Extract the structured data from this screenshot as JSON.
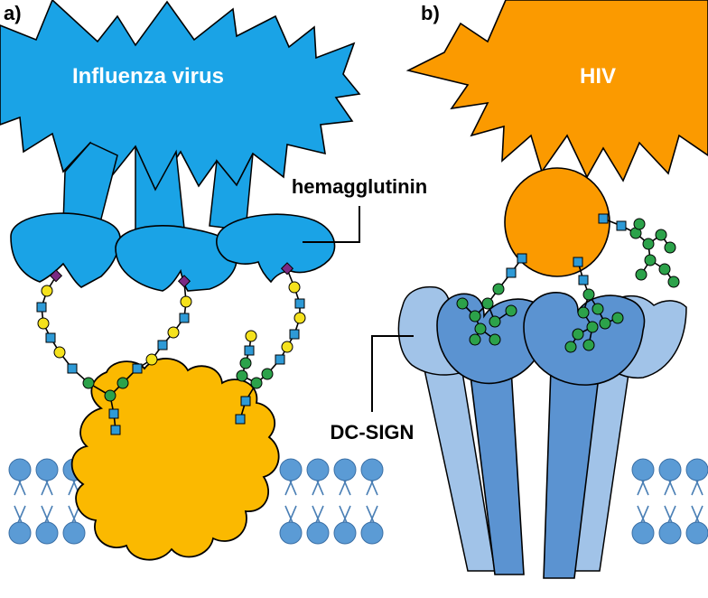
{
  "panels": {
    "a": {
      "tag": "a)",
      "virus_name": "Influenza virus",
      "protein_label": "hemagglutinin"
    },
    "b": {
      "tag": "b)",
      "virus_name": "HIV",
      "receptor_label": "DC-SIGN"
    }
  },
  "colors": {
    "influenza": "#1aa3e6",
    "hiv": "#fb9a00",
    "host_protein": "#fbb900",
    "dcsign_dark": "#5b93d1",
    "dcsign_light": "#a1c3e8",
    "membrane": "#5b9bd5",
    "sugar_square": "#2e9ad6",
    "sugar_circle_green": "#2ca24a",
    "sugar_circle_yellow": "#f5e21d",
    "sialic_diamond": "#7a2a83"
  }
}
